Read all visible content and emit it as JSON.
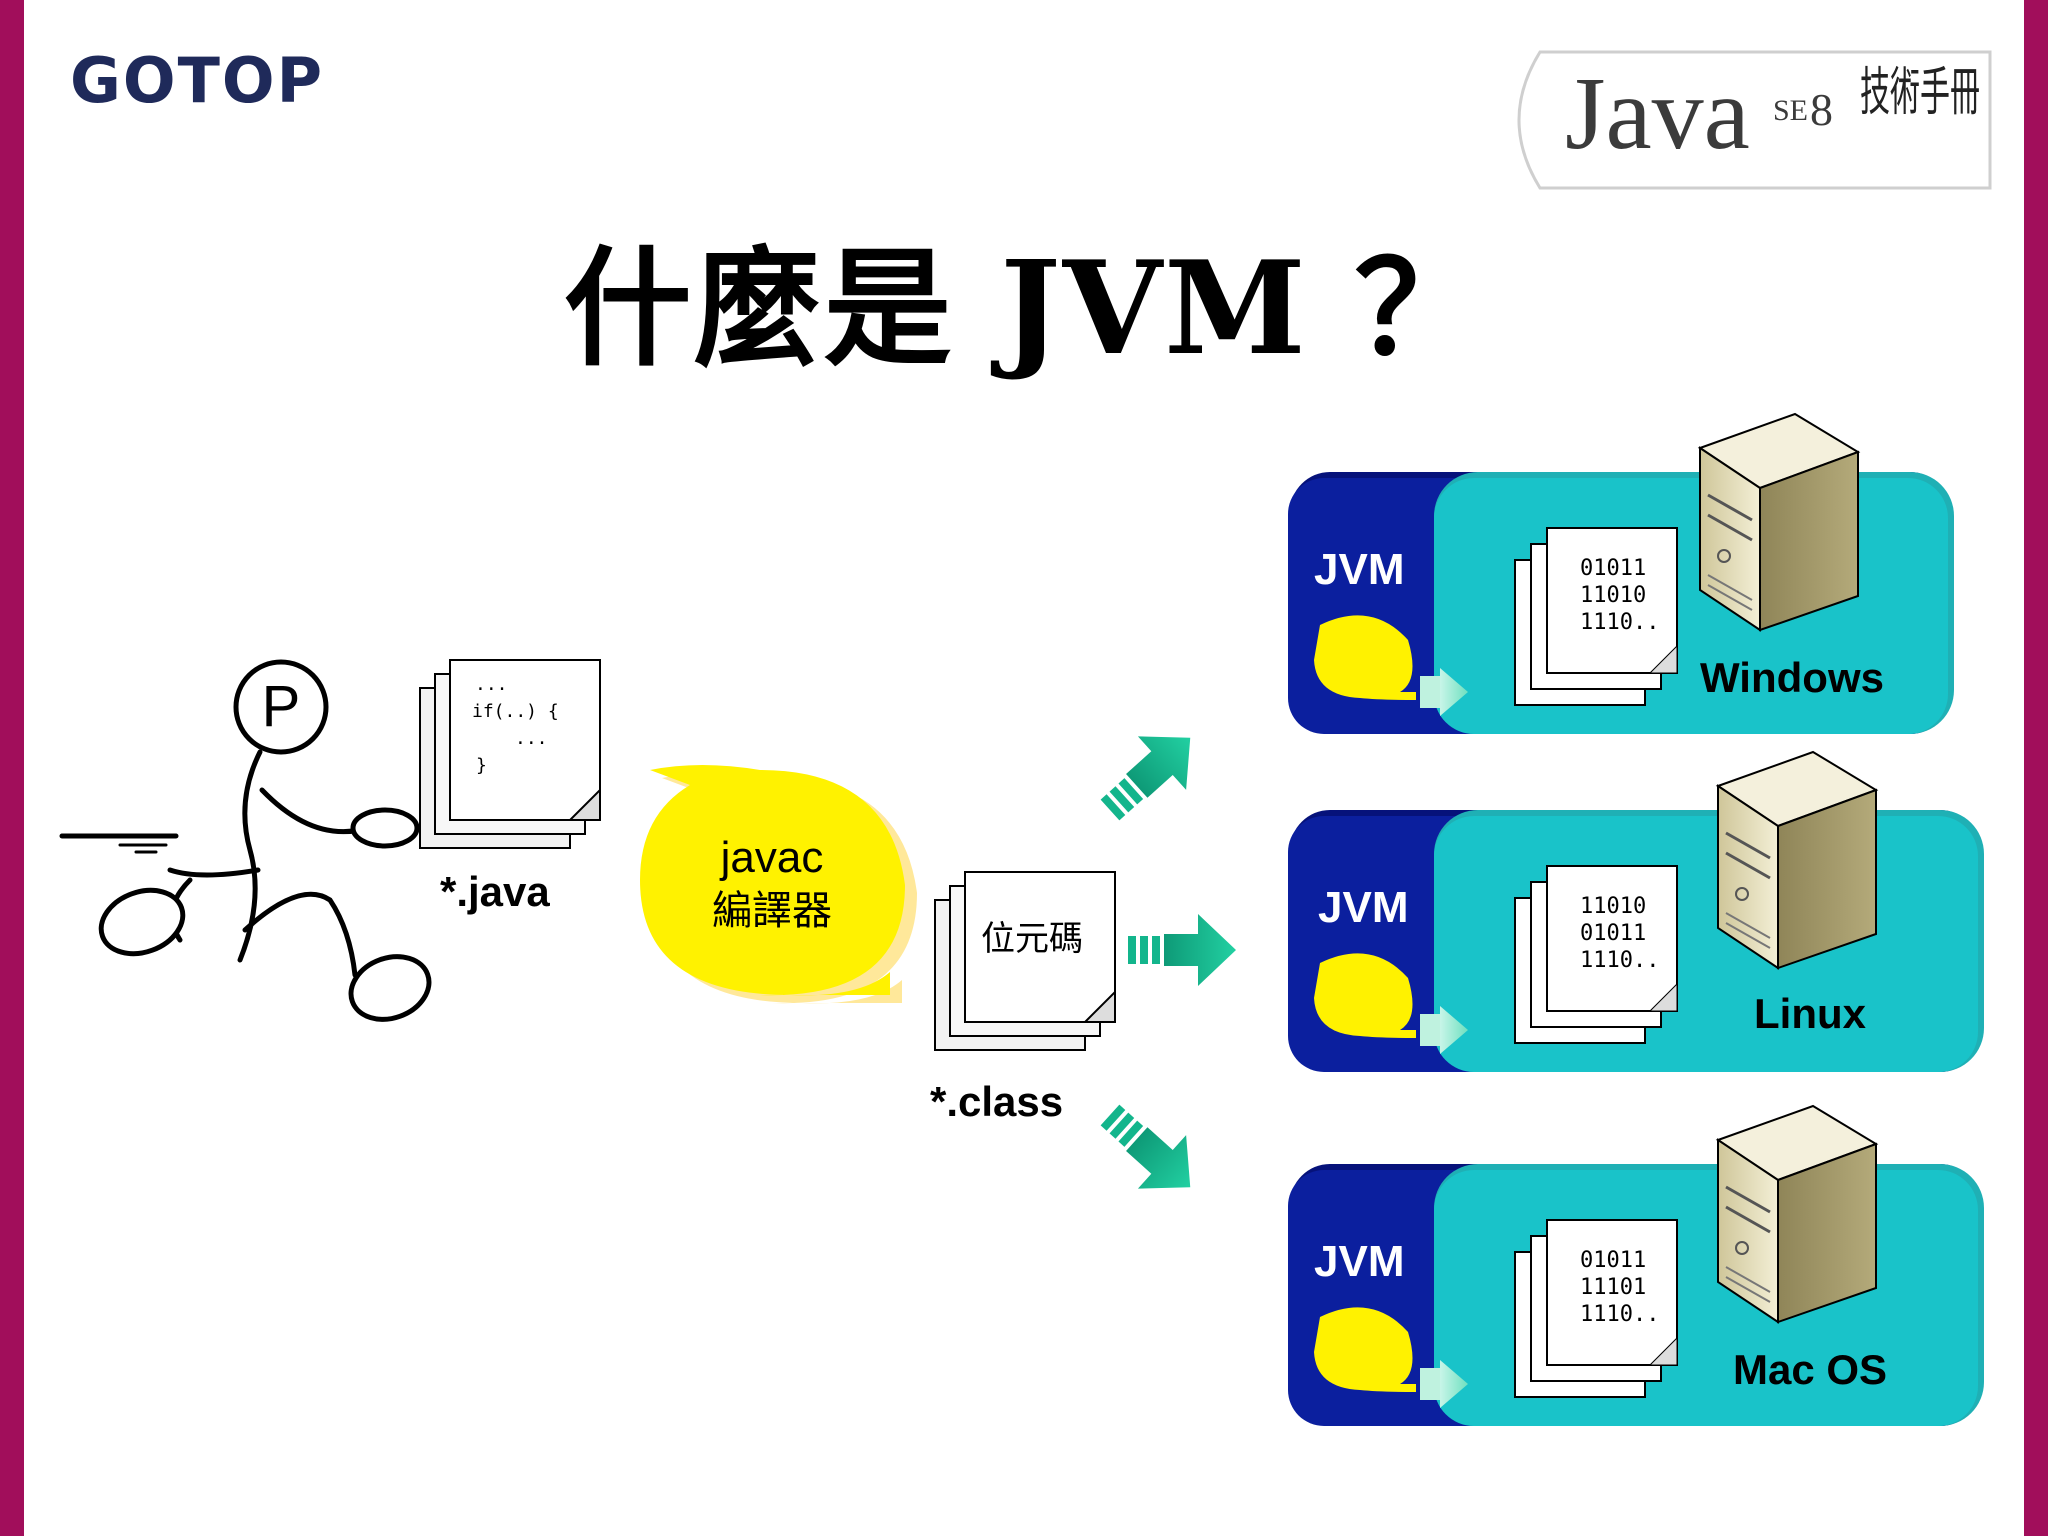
{
  "brand": {
    "logo": "GOTOP"
  },
  "badge": {
    "java": "Java",
    "se": "SE",
    "ver": "8",
    "subtitle": "技術手冊"
  },
  "title": "什麼是 JVM ？",
  "programmer": {
    "badge": "P"
  },
  "source": {
    "code_lines": [
      "...",
      "if(..) {",
      "...",
      "}"
    ],
    "label": "*.java"
  },
  "compiler": {
    "line1": "javac",
    "line2": "編譯器"
  },
  "bytecode": {
    "doc_label": "位元碼",
    "label": "*.class"
  },
  "platforms": [
    {
      "jvm": "JVM",
      "bits": [
        "01011",
        "11010",
        "1110.."
      ],
      "os": "Windows"
    },
    {
      "jvm": "JVM",
      "bits": [
        "11010",
        "01011",
        "1110.."
      ],
      "os": "Linux"
    },
    {
      "jvm": "JVM",
      "bits": [
        "01011",
        "11101",
        "1110.."
      ],
      "os": "Mac OS"
    }
  ],
  "colors": {
    "frame": "#a10e5b",
    "jvm_blue": "#0b1f9e",
    "teal": "#19c3c9",
    "yellow": "#fff200",
    "arrow": "#13b58c",
    "server": "#d8cfa6"
  }
}
